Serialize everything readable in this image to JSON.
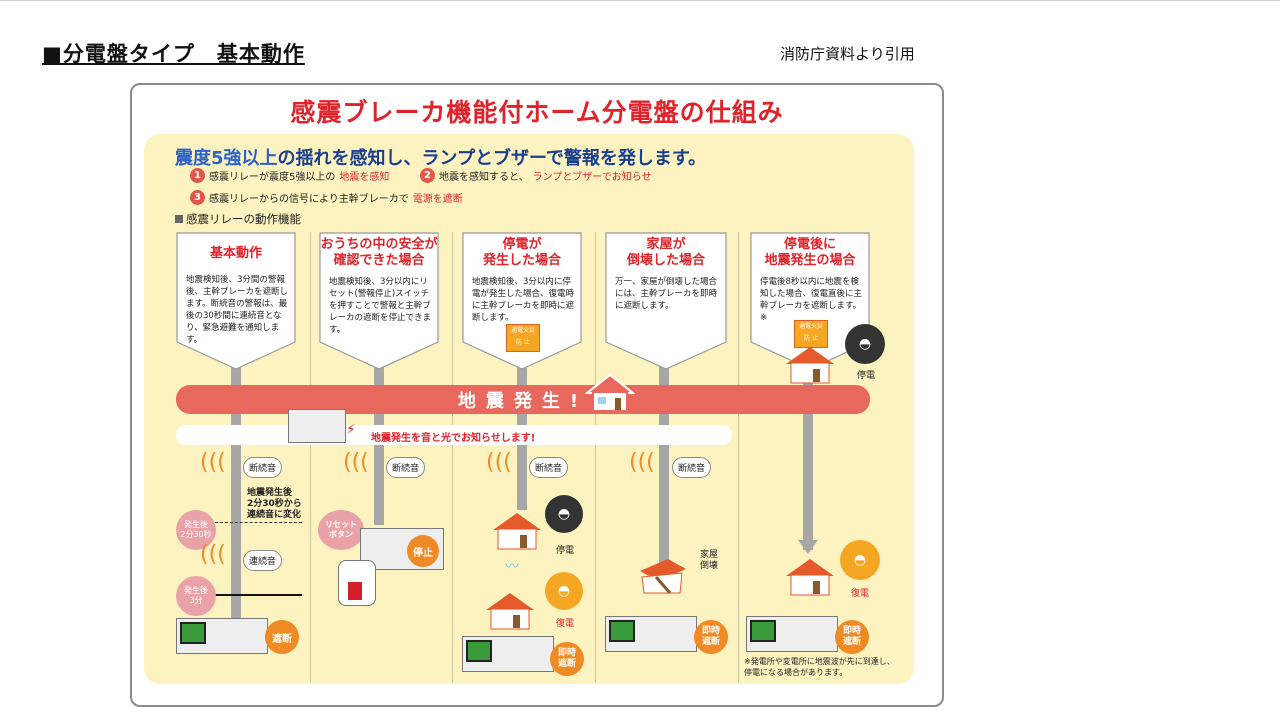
{
  "slide": {
    "title": "■分電盤タイプ　基本動作",
    "source": "消防庁資料より引用"
  },
  "diagram": {
    "title": "感震ブレーカ機能付ホーム分電盤の仕組み",
    "headline_highlight": "震度5強以上",
    "headline_rest": "の揺れを感知し、ランプとブザーで警報を発します。",
    "steps": [
      {
        "num": "1",
        "text": "感震リレーが震度5強以上の",
        "red": "地震を感知"
      },
      {
        "num": "2",
        "text": "地震を感知すると、",
        "red": "ランプとブザーでお知らせ"
      },
      {
        "num": "3",
        "text": "感震リレーからの信号により主幹ブレーカで",
        "red": "電源を遮断"
      }
    ],
    "sub_heading": "感震リレーの動作機能",
    "columns": [
      {
        "title1": "基本動作",
        "title2": "",
        "body": "地震検知後、3分間の警報後、主幹ブレーカを遮断します。断続音の警報は、最後の30秒間に連続音となり、緊急避難を通知します。"
      },
      {
        "title1": "おうちの中の安全が",
        "title2": "確認できた場合",
        "body": "地震検知後、3分以内にリセット(警報停止)スイッチを押すことで警報と主幹ブレーカの遮断を停止できます。"
      },
      {
        "title1": "停電が",
        "title2": "発生した場合",
        "body": "地震検知後、3分以内に停電が発生した場合、復電時に主幹ブレーカを即時に遮断します。"
      },
      {
        "title1": "家屋が",
        "title2": "倒壊した場合",
        "body": "万一、家屋が倒壊した場合には、主幹ブレーカを即時に遮断します。"
      },
      {
        "title1": "停電後に",
        "title2": "地震発生の場合",
        "body": "停電後8秒以内に地震を検知した場合、復電直後に主幹ブレーカを遮断します。※"
      }
    ],
    "band_text": "地震発生!",
    "notify_text": "地震発生を音と光でお知らせします!",
    "labels": {
      "intermittent": "断続音",
      "continuous": "連続音",
      "change": "地震発生後\n2分30秒から\n連続音に変化",
      "t230": "発生後\n2分30秒",
      "t3": "発生後\n3分",
      "cutoff": "遮断",
      "reset_button": "リセット\nボタン",
      "stop": "停止",
      "power_out": "停電",
      "power_restore": "復電",
      "instant_cutoff": "即時\n遮断",
      "collapse": "家屋\n倒壊",
      "fire_icon_text": "通電火災",
      "fire_icon_text2": "防 止"
    },
    "footnote": "※発電所や変電所に地震波が先に到達し、\n停電になる場合があります。"
  },
  "colors": {
    "red": "#e0232a",
    "band": "#e9685e",
    "panel": "#fdf3c1",
    "blue": "#1b3f8f",
    "orange": "#f08a24"
  }
}
